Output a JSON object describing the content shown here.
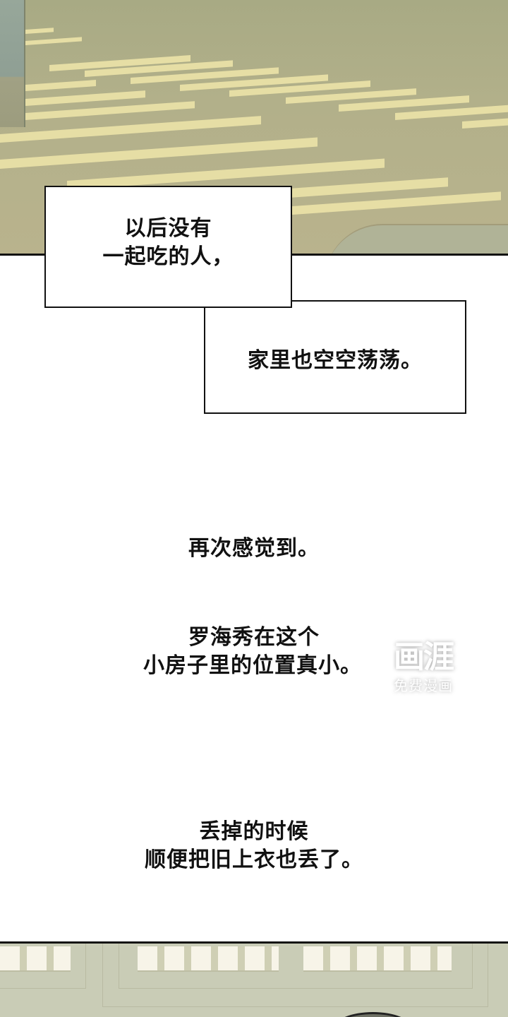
{
  "panels": {
    "top": {
      "scene": "sunlit floor with window light stripes",
      "colors": {
        "floor": "#b2b08a",
        "light": "#e9e0a6",
        "wall": "#97a79a"
      }
    },
    "bottom": {
      "scene": "room interior with windows and partial head",
      "colors": {
        "wall": "#c9ccb6",
        "window": "#f7f4e8"
      }
    }
  },
  "captions": {
    "box1": {
      "lines": [
        "以后没有",
        "一起吃的人，"
      ]
    },
    "box2": {
      "lines": [
        "家里也空空荡荡。"
      ]
    }
  },
  "narration": [
    {
      "lines": [
        "再次感觉到。"
      ]
    },
    {
      "lines": [
        "罗海秀在这个",
        "小房子里的位置真小。"
      ]
    },
    {
      "lines": [
        "丢掉的时候",
        "顺便把旧上衣也丢了。"
      ]
    }
  ],
  "watermark": {
    "logo": "画涯",
    "subtitle": "免费漫画"
  }
}
